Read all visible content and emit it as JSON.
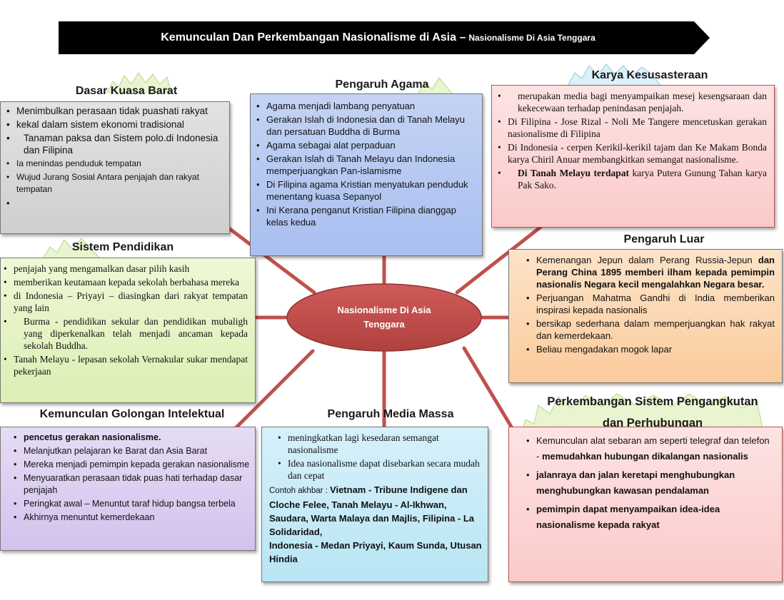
{
  "banner": {
    "title": "Kemunculan Dan Perkembangan Nasionalisme di Asia –",
    "subtitle": "Nasionalisme Di Asia Tenggara"
  },
  "center": {
    "line1": "Nasionalisme Di Asia",
    "line2": "Tenggara"
  },
  "colors": {
    "banner": "#000000",
    "center": "#c0504d",
    "spoke": "#c0504d",
    "dasar": "#d9d9d9",
    "agama": "#b4c7f0",
    "karya": "#fdd8d8",
    "luar": "#fdd9b5",
    "pendidikan": "#e6f4c6",
    "intelektual": "#ddd0f0",
    "media": "#c9ecf7",
    "pengangkutan": "#fdd8d8",
    "splash": "#e8f5d0"
  },
  "nodes": {
    "dasar": {
      "title": "Dasar Kuasa Barat",
      "items": [
        "Menimbulkan perasaan tidak puashati rakyat",
        "kekal dalam sistem ekonomi tradisional",
        "Tanaman paksa dan Sistem polo.di Indonesia dan Filipina",
        "Ia menindas penduduk tempatan",
        "Wujud Jurang Sosial Antara penjajah dan rakyat tempatan",
        ""
      ]
    },
    "agama": {
      "title": "Pengaruh Agama",
      "items": [
        "Agama menjadi lambang penyatuan",
        "Gerakan Islah di Indonesia dan di Tanah Melayu dan persatuan Buddha di Burma",
        "Agama sebagai alat perpaduan",
        "Gerakan Islah di Tanah Melayu dan Indonesia memperjuangkan Pan-islamisme",
        "Di Filipina agama Kristian menyatukan penduduk menentang kuasa Sepanyol",
        "Ini Kerana penganut Kristian Filipina dianggap kelas kedua"
      ]
    },
    "karya": {
      "title": "Karya Kesusasteraan",
      "items": [
        "merupakan media bagi menyampaikan mesej kesengsaraan dan kekecewaan terhadap penindasan penjajah.",
        "Di Filipina - Jose Rizal - Noli Me Tangere mencetuskan gerakan nasionalisme di Filipina",
        "Di Indonesia - cerpen Kerikil-kerikil tajam dan Ke Makam Bonda karya Chiril Anuar membangkitkan semangat nasionalisme."
      ],
      "last_bold": "Di Tanah Melayu terdapat",
      "last_rest": " karya Putera Gunung Tahan karya Pak Sako."
    },
    "luar": {
      "title": "Pengaruh Luar",
      "first_normal": "Kemenangan Jepun dalam Perang Russia-Jepun ",
      "first_bold": "dan Perang China 1895 memberi ilham kepada pemimpin nasionalis Negara kecil mengalahkan Negara besar.",
      "items": [
        "Perjuangan Mahatma Gandhi di India memberikan inspirasi kepada nasionalis",
        "bersikap sederhana dalam memperjuangkan hak rakyat dan kemerdekaan.",
        "Beliau mengadakan mogok lapar"
      ]
    },
    "pendidikan": {
      "title": "Sistem Pendidikan",
      "items": [
        "penjajah yang mengamalkan dasar pilih kasih",
        "memberikan keutamaan kepada sekolah berbahasa mereka",
        "di Indonesia – Priyayi – diasingkan dari rakyat tempatan yang lain",
        "Burma - pendidikan sekular dan pendidikan mubaligh yang diperkenalkan telah menjadi ancaman kepada sekolah Buddha.",
        "Tanah Melayu - lepasan sekolah Vernakular sukar mendapat pekerjaan"
      ]
    },
    "intelektual": {
      "title": "Kemunculan Golongan Intelektual",
      "first_bold": "pencetus gerakan nasionalisme.",
      "items": [
        "Melanjutkan pelajaran ke Barat dan Asia Barat",
        "Mereka menjadi pemimpin kepada gerakan nasionalisme",
        "Menyuaratkan perasaan tidak puas hati terhadap dasar penjajah",
        "Peringkat awal – Menuntut taraf hidup bangsa terbela",
        "Akhirnya menuntut kemerdekaan"
      ]
    },
    "media": {
      "title": "Pengaruh Media Massa",
      "items": [
        "meningkatkan lagi kesedaran semangat nasionalisme",
        "Idea nasionalisme dapat disebarkan secara mudah dan cepat"
      ],
      "contoh_label": "Contoh akhbar : ",
      "contoh_bold": "Vietnam - Tribune Indigene dan Cloche Felee, Tanah Melayu - Al-Ikhwan, Saudara, Warta Malaya dan Majlis, Filipina - La Solidaridad,",
      "contoh_bold2": " Indonesia - Medan Priyayi, Kaum Sunda, Utusan Hindia"
    },
    "pengangkutan": {
      "title_line1": "Perkembangan Sistem Pengangkutan",
      "title_line2": "dan Perhubungan",
      "first_normal": "Kemunculan alat sebaran am seperti telegraf dan telefon - ",
      "first_bold": " memudahkan hubungan dikalangan nasionalis",
      "items_bold": [
        "jalanraya dan jalan keretapi menghubungkan menghubungkan kawasan pendalaman",
        "pemimpin dapat menyampaikan idea-idea nasionalisme kepada rakyat"
      ]
    }
  }
}
